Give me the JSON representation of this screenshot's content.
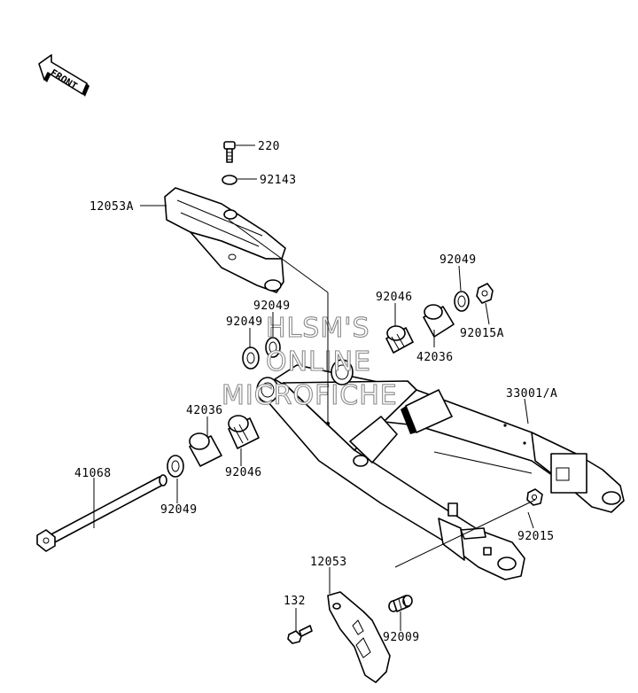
{
  "front_indicator": {
    "label": "FRONT"
  },
  "watermark": {
    "line1": "HLSM'S",
    "line2": "ONLINE",
    "line3": "MICROFICHE"
  },
  "parts": {
    "p220": "220",
    "p92143": "92143",
    "p12053A": "12053A",
    "p92049_top": "92049",
    "p92046_top": "92046",
    "p92015A": "92015A",
    "p42036_top": "42036",
    "p92049_mid": "92049",
    "p92049_left": "92049",
    "p33001A": "33001/A",
    "p42036_left": "42036",
    "p92046_left": "92046",
    "p41068": "41068",
    "p92049_bottom": "92049",
    "p92015": "92015",
    "p12053": "12053",
    "p132": "132",
    "p92009": "92009"
  }
}
